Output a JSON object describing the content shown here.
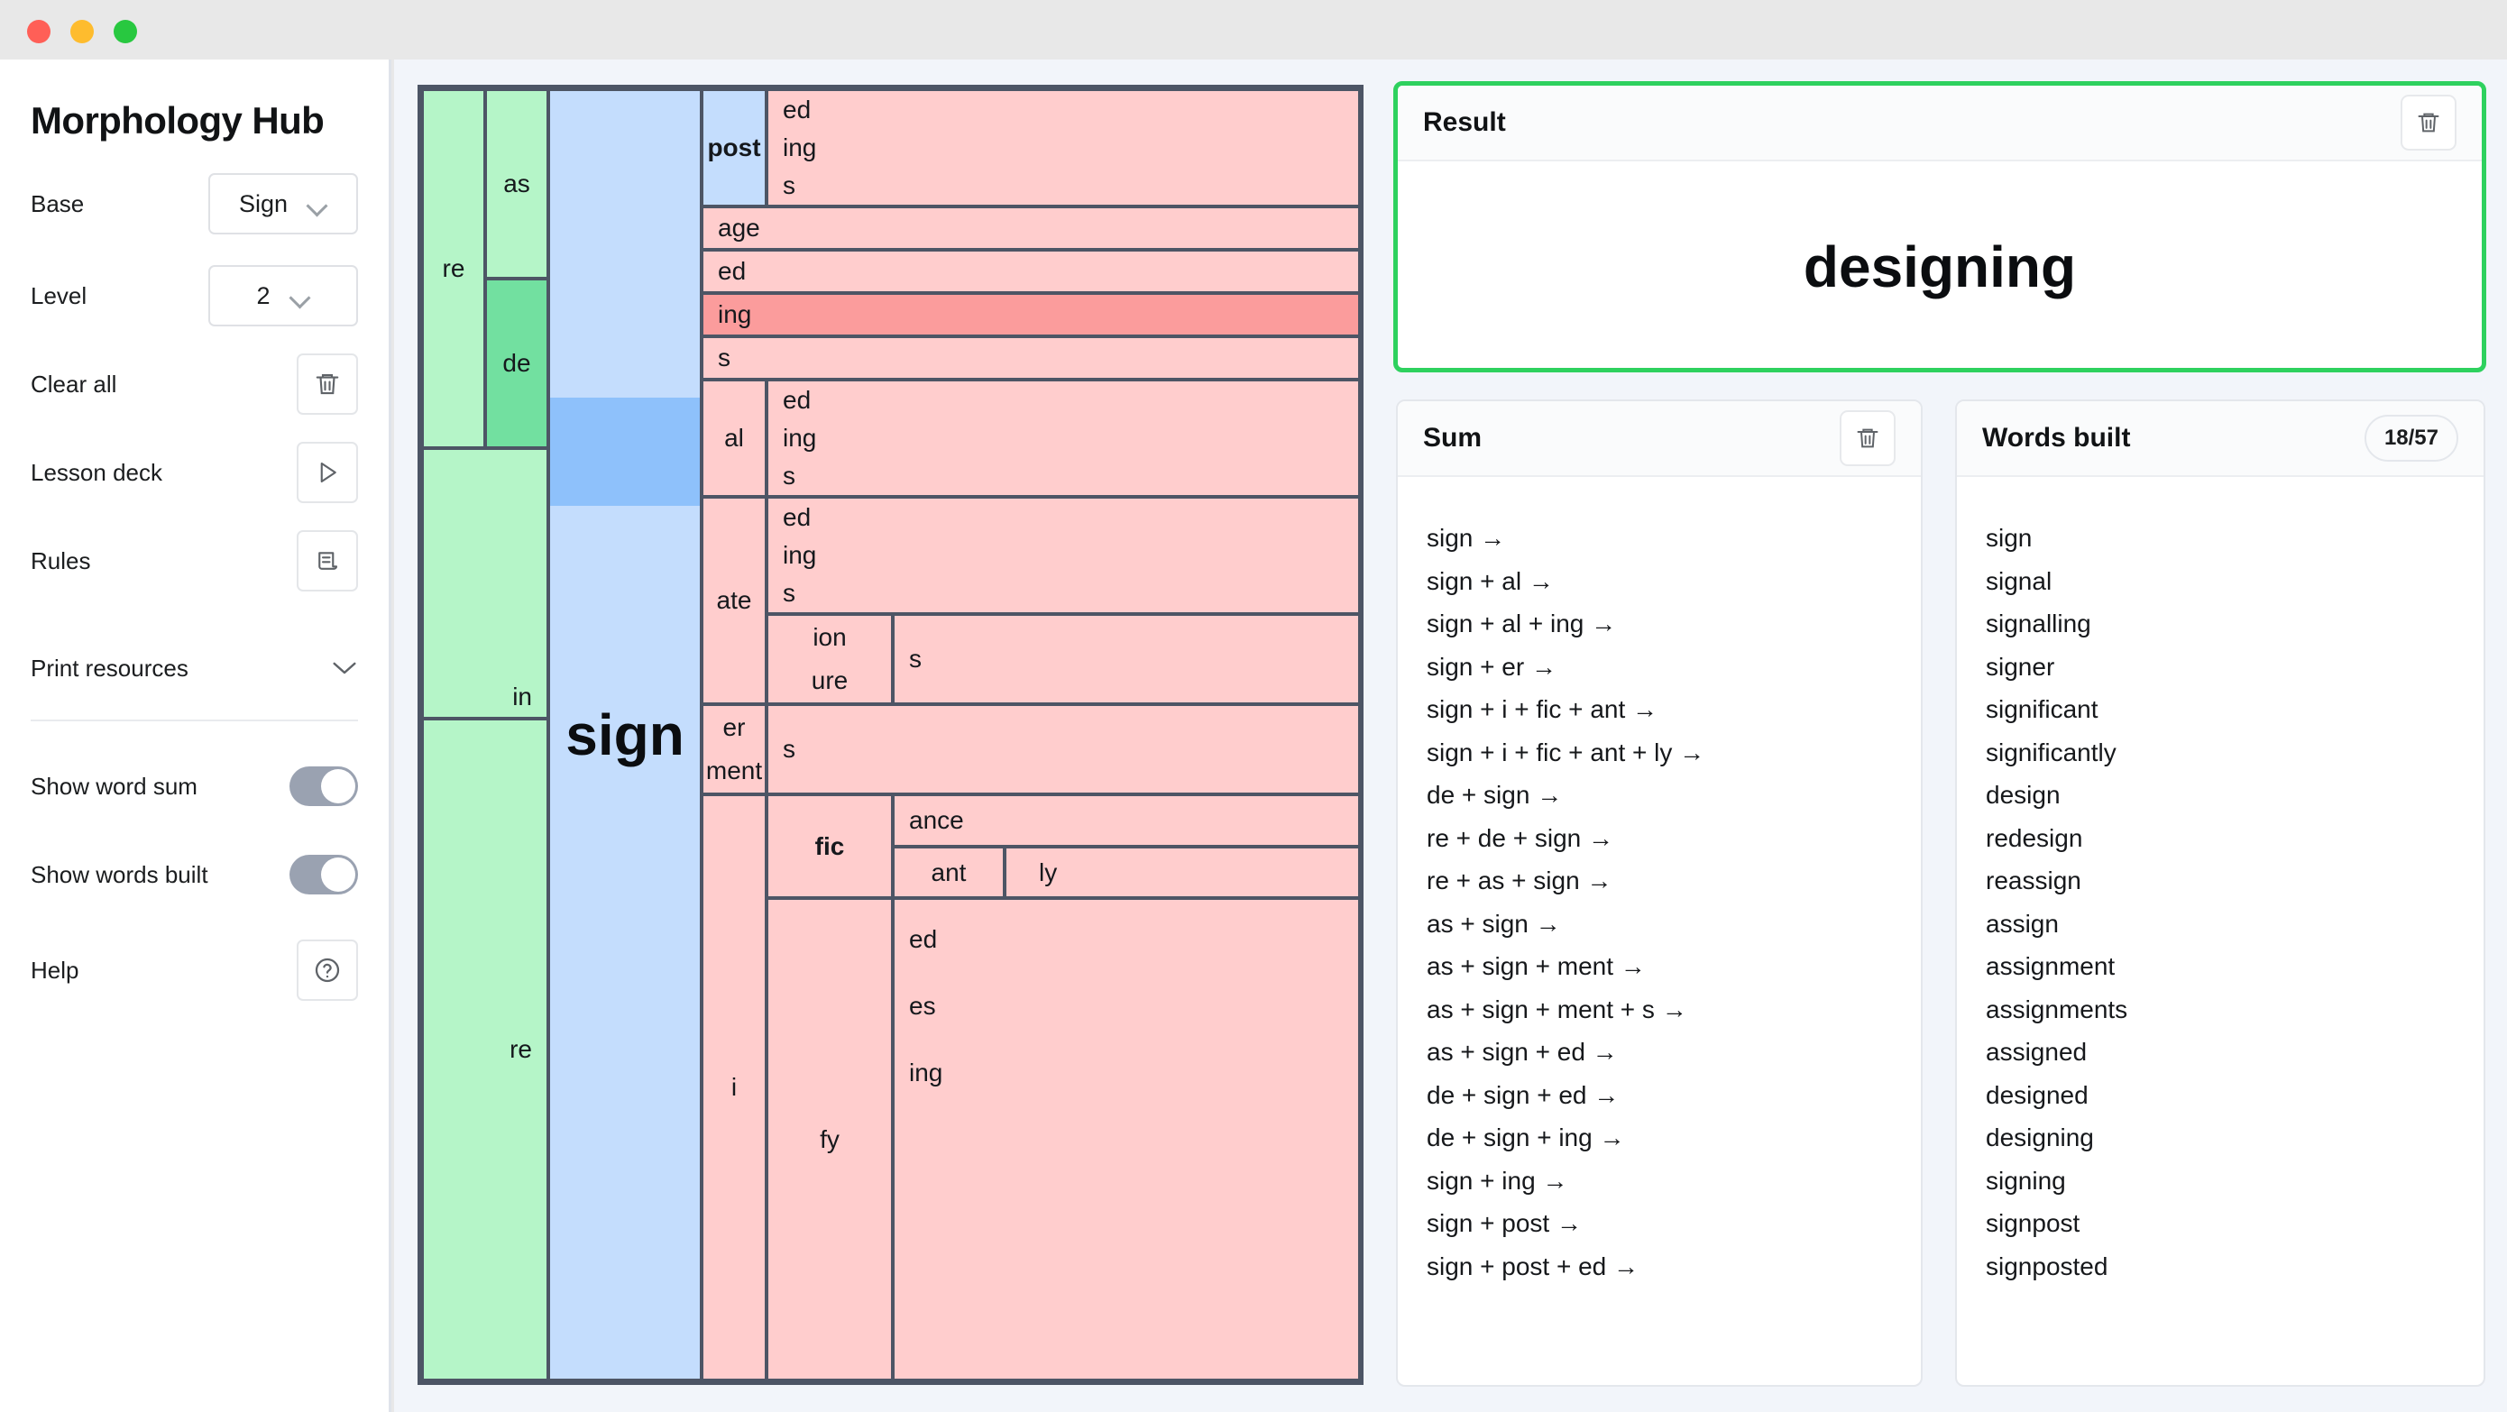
{
  "window": {
    "traffic_lights": [
      "close",
      "minimize",
      "zoom"
    ]
  },
  "sidebar": {
    "app_title": "Morphology Hub",
    "base": {
      "label": "Base",
      "value": "Sign"
    },
    "level": {
      "label": "Level",
      "value": "2"
    },
    "clear_all": {
      "label": "Clear all",
      "icon": "trash-icon"
    },
    "lesson_deck": {
      "label": "Lesson deck",
      "icon": "play-icon"
    },
    "rules": {
      "label": "Rules",
      "icon": "scroll-icon"
    },
    "print_resources": {
      "label": "Print resources",
      "icon": "chevron-down-icon"
    },
    "show_word_sum": {
      "label": "Show word sum",
      "state": "on"
    },
    "show_words_built": {
      "label": "Show words built",
      "state": "on"
    },
    "help": {
      "label": "Help",
      "icon": "question-circle-icon"
    }
  },
  "matrix": {
    "base": "sign",
    "prefixes_col1": [
      "re",
      "re"
    ],
    "prefixes_col2": [
      "as",
      "de",
      "in"
    ],
    "suffix_groups": [
      {
        "level1": "post",
        "level2": [
          "ed",
          "ing",
          "s"
        ]
      },
      {
        "level1": null,
        "level2": [
          "age",
          "ed",
          "ing",
          "s"
        ]
      },
      {
        "level1": "al",
        "level2": [
          "ed",
          "ing",
          "s"
        ]
      },
      {
        "level1": "ate",
        "level2": [
          "ed",
          "ing",
          "s"
        ],
        "level3a": [
          "ion",
          "ure"
        ],
        "level3b": [
          "s"
        ]
      },
      {
        "level1": [
          "er",
          "ment"
        ],
        "level2": [
          "s"
        ]
      },
      {
        "level1": "i",
        "level2": "fic",
        "level3": [
          "ance",
          "ant"
        ],
        "level4": [
          "ly"
        ]
      },
      {
        "level2b": "fy",
        "level3c": [
          "ed",
          "es",
          "ing"
        ]
      }
    ],
    "selected": [
      "de",
      "sign",
      "ing"
    ]
  },
  "result": {
    "title": "Result",
    "word": "designing",
    "clear_icon": "trash-icon",
    "accent_color": "#2ed15e"
  },
  "sum": {
    "title": "Sum",
    "clear_icon": "trash-icon",
    "items": [
      "sign →",
      "sign + al →",
      "sign + al + ing →",
      "sign + er →",
      "sign + i + fic + ant →",
      "sign + i + fic + ant + ly →",
      "de + sign →",
      "re + de + sign →",
      "re + as + sign →",
      "as + sign →",
      "as + sign + ment →",
      "as + sign + ment + s →",
      "as + sign + ed →",
      "de + sign + ed →",
      "de + sign + ing →",
      "sign + ing →",
      "sign + post →",
      "sign + post + ed →"
    ]
  },
  "words_built": {
    "title": "Words built",
    "count_badge": "18/57",
    "items": [
      "sign",
      "signal",
      "signalling",
      "signer",
      "significant",
      "significantly",
      "design",
      "redesign",
      "reassign",
      "assign",
      "assignment",
      "assignments",
      "assigned",
      "designed",
      "designing",
      "signing",
      "signpost",
      "signposted"
    ]
  },
  "colors": {
    "prefix": "#b5f5c8",
    "prefix_selected": "#72e0a0",
    "base": "#c4ddfd",
    "base_selected": "#8ec1fb",
    "suffix": "#ffcdcd",
    "suffix_selected": "#fb9c9c",
    "grid_line": "#4d5565",
    "accent_green": "#2ed15e"
  }
}
